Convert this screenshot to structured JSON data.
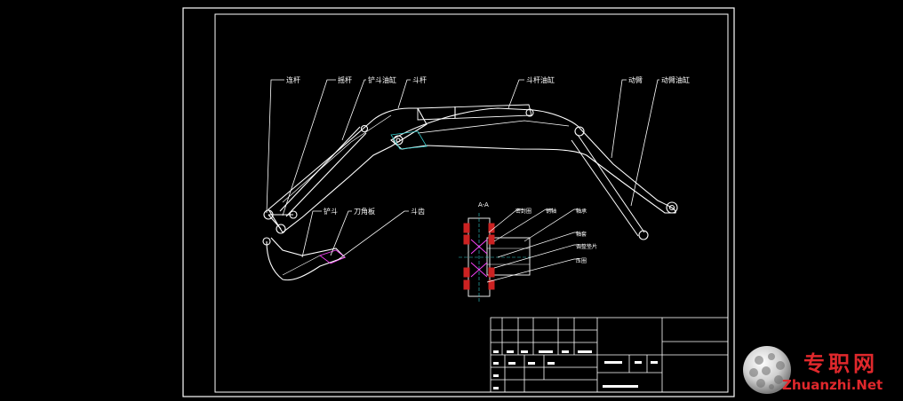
{
  "drawing": {
    "labels": {
      "link_rod": "连杆",
      "rocker": "摇杆",
      "bucket_cylinder": "铲斗油缸",
      "stick": "斗杆",
      "stick_cylinder": "斗杆油缸",
      "boom": "动臂",
      "boom_cylinder": "动臂油缸",
      "bucket": "铲斗",
      "blade_plate": "刀角板",
      "bucket_tooth": "斗齿"
    },
    "section": {
      "title": "A-A",
      "labels": [
        "密封圈",
        "销轴",
        "轴承",
        "轴套",
        "调整垫片",
        "压圈"
      ]
    }
  },
  "watermark": {
    "cn": "专职网",
    "en": "Zhuanzhi.Net"
  },
  "colors": {
    "background": "#000000",
    "line": "#ffffff",
    "section_red": "#cc2222",
    "section_magenta": "#ff44ff",
    "section_cyan": "#33cccc",
    "watermark_red": "#e0282c"
  }
}
